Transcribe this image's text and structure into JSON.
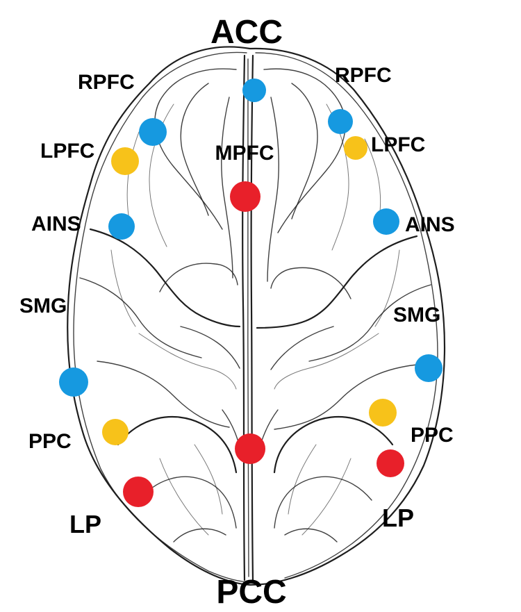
{
  "labels": {
    "top": "ACC",
    "bottom": "PCC",
    "mpfc": "MPFC",
    "rpfc_left": "RPFC",
    "rpfc_right": "RPFC",
    "lpfc_left": "LPFC",
    "lpfc_right": "LPFC",
    "ains_left": "AINS",
    "ains_right": "AINS",
    "smg_left": "SMG",
    "smg_right": "SMG",
    "ppc_left": "PPC",
    "ppc_right": "PPC",
    "lp_left": "LP",
    "lp_right": "LP"
  },
  "colors": {
    "blue": "#1699e0",
    "yellow": "#f7c21a",
    "red": "#e8202a"
  },
  "nodes": [
    {
      "region": "ACC",
      "color": "blue"
    },
    {
      "region": "RPFC left",
      "color": "blue"
    },
    {
      "region": "RPFC right",
      "color": "blue"
    },
    {
      "region": "LPFC left",
      "color": "yellow"
    },
    {
      "region": "LPFC right",
      "color": "yellow"
    },
    {
      "region": "MPFC",
      "color": "red"
    },
    {
      "region": "AINS left",
      "color": "blue"
    },
    {
      "region": "AINS right",
      "color": "blue"
    },
    {
      "region": "SMG left",
      "color": "blue"
    },
    {
      "region": "SMG right",
      "color": "blue"
    },
    {
      "region": "PPC left",
      "color": "yellow"
    },
    {
      "region": "PPC right",
      "color": "yellow"
    },
    {
      "region": "PCC",
      "color": "red"
    },
    {
      "region": "LP left",
      "color": "red"
    },
    {
      "region": "LP right",
      "color": "red"
    }
  ]
}
